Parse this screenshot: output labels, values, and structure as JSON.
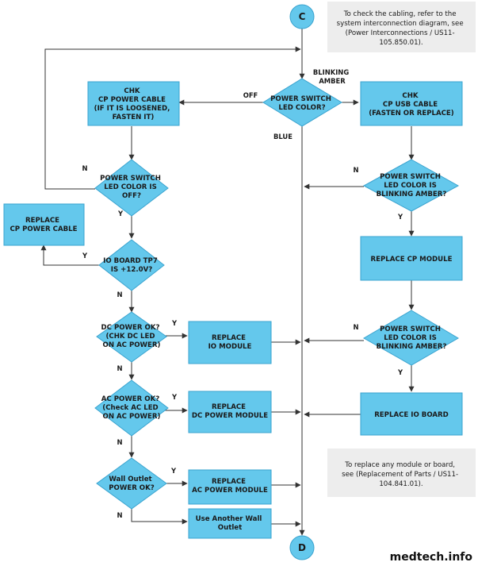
{
  "colors": {
    "node_fill": "#64c8ec",
    "node_border": "#3aa3cf",
    "note_fill": "#ededed",
    "line": "#333333"
  },
  "terminals": {
    "start": "C",
    "end": "D"
  },
  "notes": {
    "cabling": [
      "To check the cabling, refer to the",
      "system interconnection diagram, see",
      "(Power Interconnections / US11-",
      "105.850.01)."
    ],
    "replace": [
      "To replace any module or board,",
      "see (Replacement of Parts / US11-",
      "104.841.01)."
    ]
  },
  "decisions": {
    "power_switch_color": [
      "POWER SWITCH",
      "LED COLOR?"
    ],
    "is_off": [
      "POWER SWITCH",
      "LED COLOR IS",
      "OFF?"
    ],
    "blinking_1": [
      "POWER SWITCH",
      "LED COLOR IS",
      "BLINKING AMBER?"
    ],
    "blinking_2": [
      "POWER SWITCH",
      "LED COLOR IS",
      "BLINKING AMBER?"
    ],
    "io_tp7": [
      "IO BOARD TP7",
      "IS +12.0V?"
    ],
    "dc_ok": [
      "DC POWER OK?",
      "(CHK DC LED",
      "ON AC POWER)"
    ],
    "ac_ok": [
      "AC POWER OK?",
      "(Check AC LED",
      "ON AC POWER)"
    ],
    "wall_ok": [
      "Wall Outlet",
      "POWER OK?"
    ]
  },
  "actions": {
    "chk_cp_power": [
      "CHK",
      "CP POWER CABLE",
      "(IF IT IS LOOSENED,",
      "FASTEN IT)"
    ],
    "chk_cp_usb": [
      "CHK",
      "CP USB CABLE",
      "(FASTEN OR REPLACE)"
    ],
    "replace_cp_power": [
      "REPLACE",
      "CP POWER CABLE"
    ],
    "replace_cp_module": [
      "REPLACE CP MODULE"
    ],
    "replace_io_module": [
      "REPLACE",
      "IO MODULE"
    ],
    "replace_io_board": [
      "REPLACE IO BOARD"
    ],
    "replace_dc_module": [
      "REPLACE",
      "DC POWER MODULE"
    ],
    "replace_ac_module": [
      "REPLACE",
      "AC POWER MODULE"
    ],
    "use_another_outlet": [
      "Use Another Wall",
      "Outlet"
    ]
  },
  "edge_labels": {
    "off": "OFF",
    "blinking_amber": [
      "BLINKING",
      "AMBER"
    ],
    "blue": "BLUE",
    "n": "N",
    "y": "Y"
  },
  "watermark": "medtech.info"
}
